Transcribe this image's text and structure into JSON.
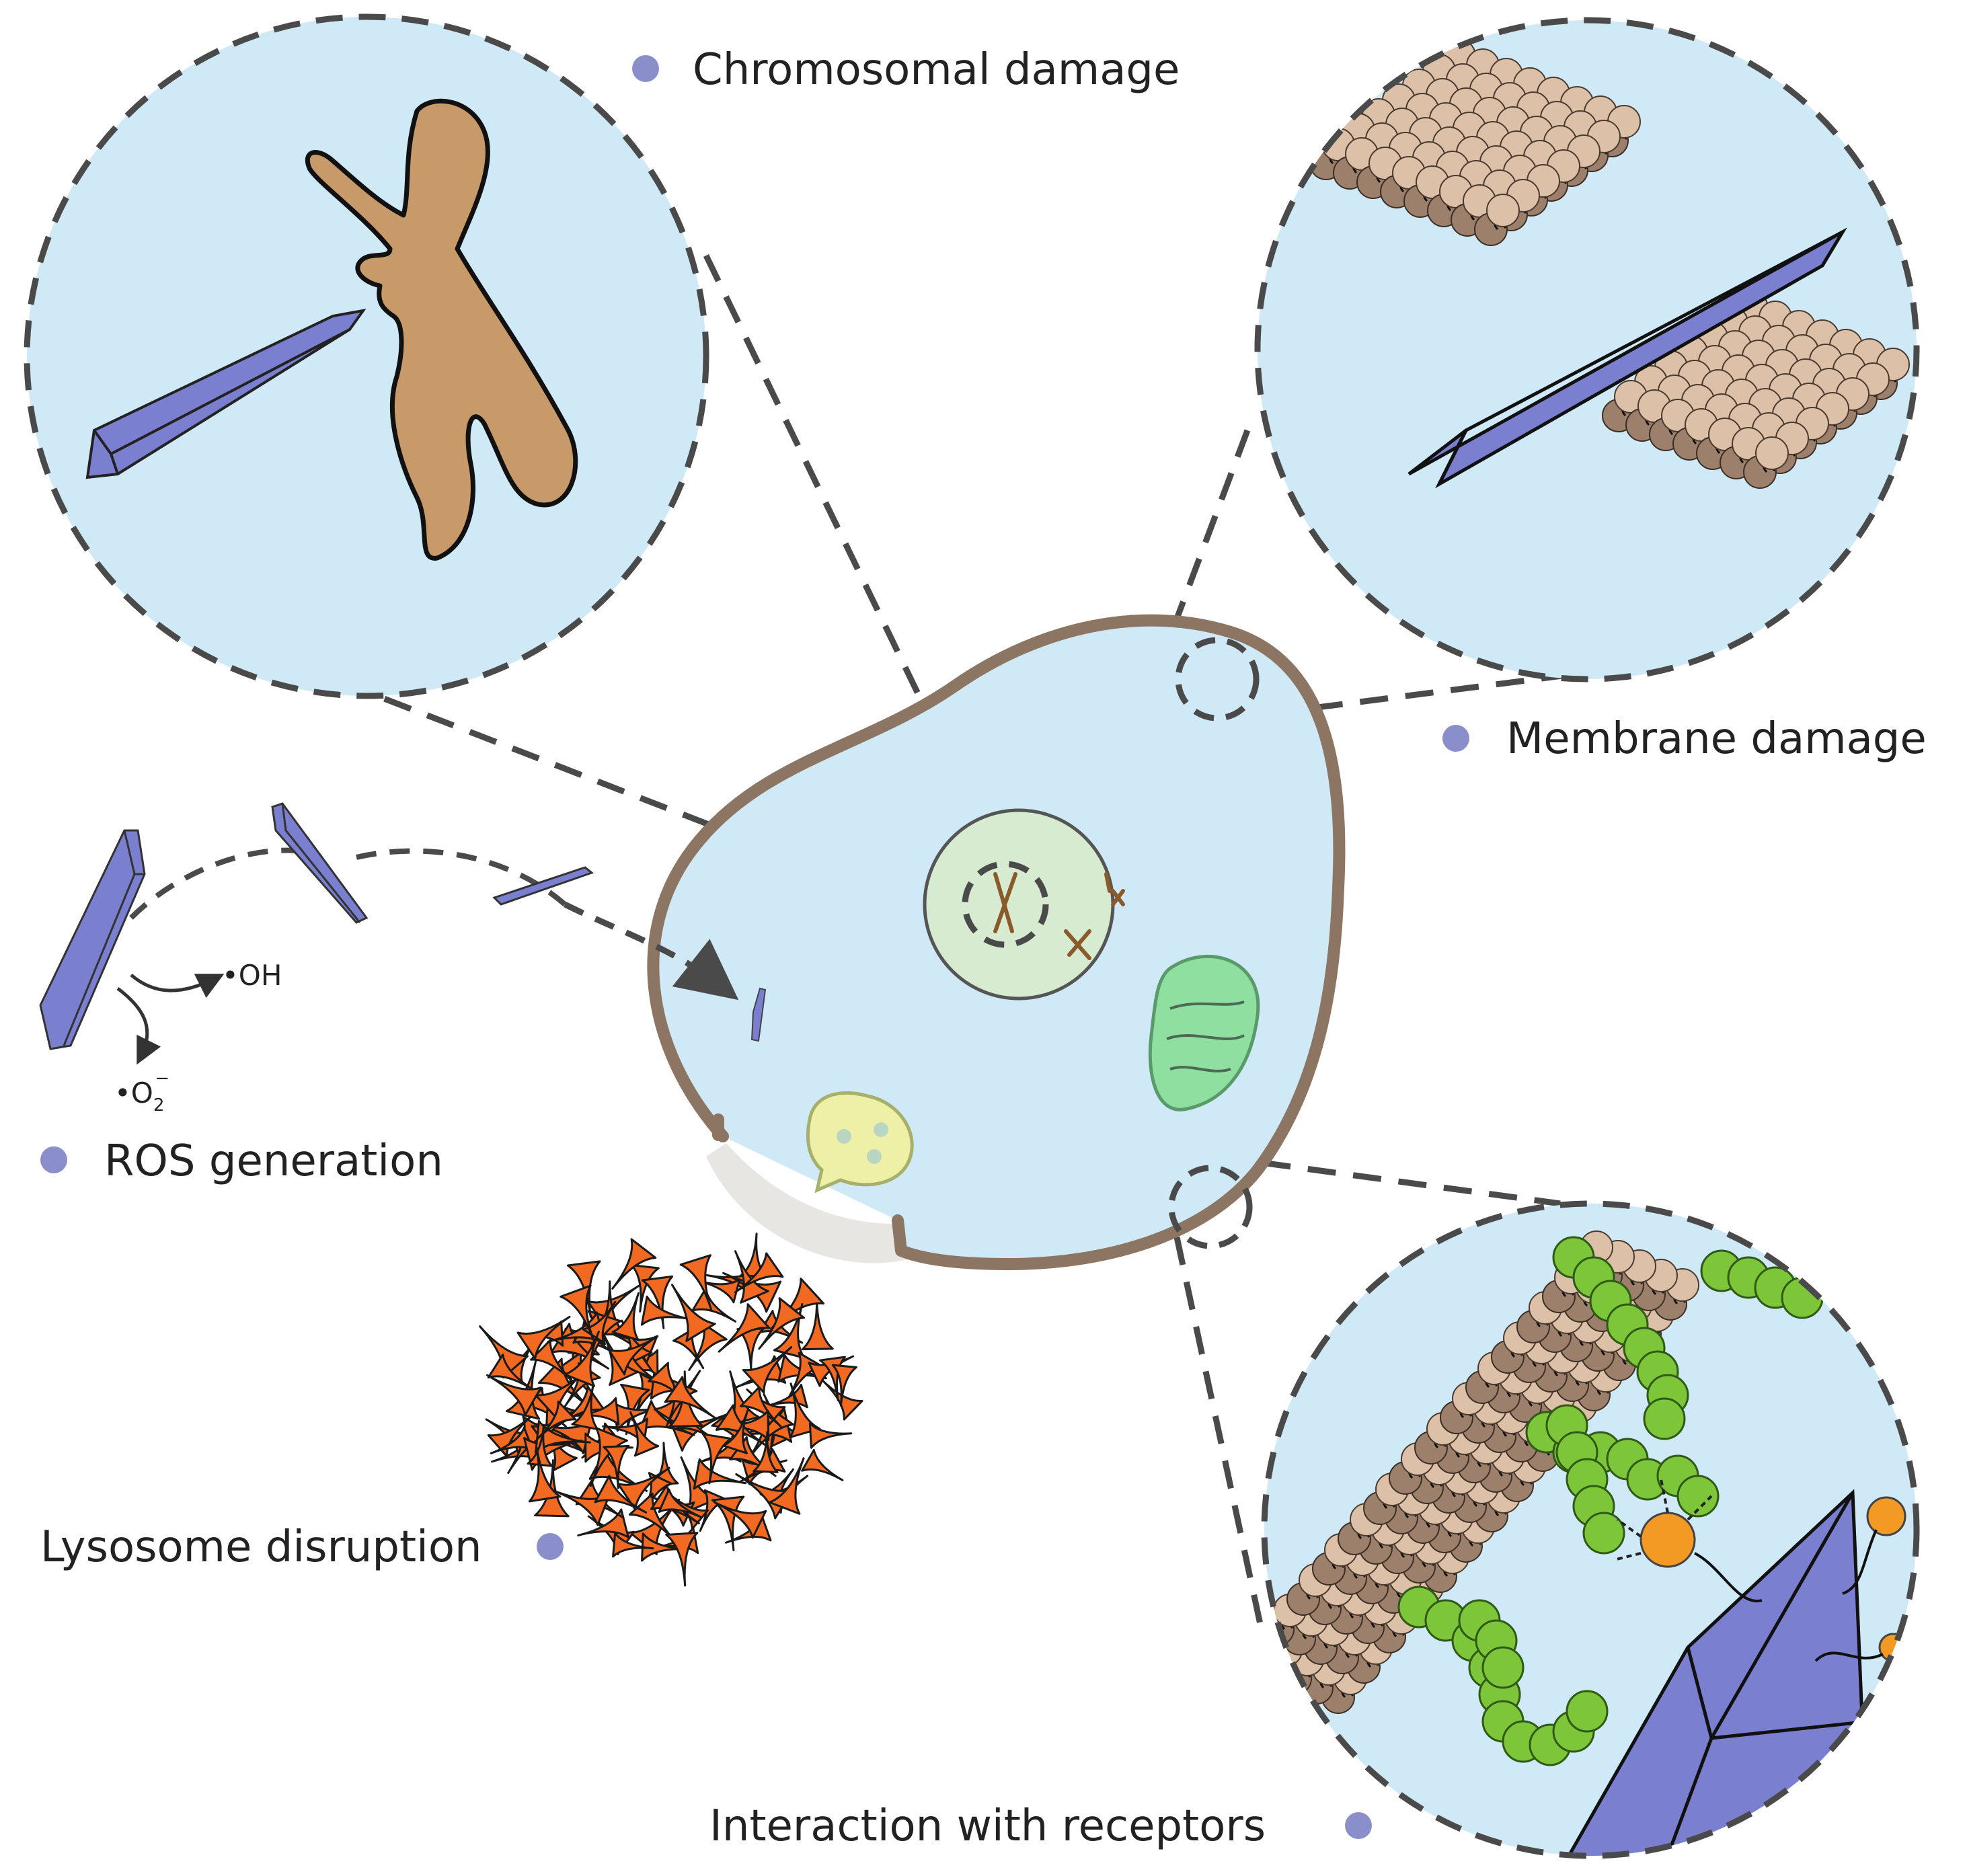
{
  "labels": {
    "chromosomal": "Chromosomal damage",
    "membrane": "Membrane damage",
    "ros": "ROS generation",
    "lysosome": "Lysosome disruption",
    "receptors": "Interaction with receptors"
  },
  "chem": {
    "hydroxyl": "•OH",
    "superoxide_base": "•O",
    "superoxide_sub": "2",
    "superoxide_sup": "−"
  },
  "colors": {
    "cytoplasm": "#cfe9f6",
    "membrane": "#8c7563",
    "nucleus": "#d6ebcf",
    "crystal": "#7b7fcf",
    "chromosome": "#c89a6a",
    "mitochondrion": "#8fe0a0",
    "vesicle": "#eef0a8",
    "lysosome": "#f26a22",
    "lipid_head": "#dcc0a8",
    "lipid_dark": "#9c806c",
    "receptor": "#7dc63a",
    "ligand": "#f39a25",
    "bullet": "#8a8fcc",
    "dashed": "#4a4a4a"
  }
}
